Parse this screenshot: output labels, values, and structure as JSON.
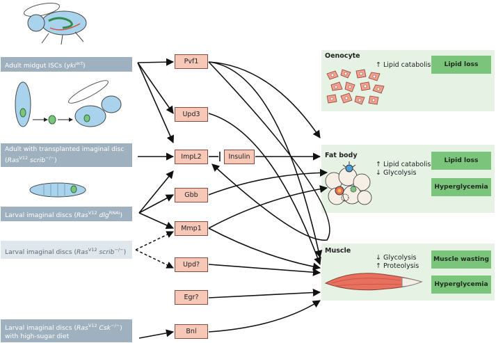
{
  "models": [
    {
      "id": "m1",
      "text": "Adult midgut ISCs (",
      "italic": "yki",
      "sup": "act",
      "tail": ")"
    },
    {
      "id": "m2a",
      "text": "Adult with transplanted imaginal disc"
    },
    {
      "id": "m2b",
      "text": "(",
      "italic": "Ras",
      "sup": "V12",
      "italic2": " scrib",
      "sup2": "−/−",
      "tail": ")"
    },
    {
      "id": "m3",
      "text": "Larval imaginal discs (",
      "italic": "Ras",
      "sup": "V12",
      "italic2": " dlg",
      "sup2": "RNAi",
      "tail": ")"
    },
    {
      "id": "m4",
      "text": "Larval imaginal discs (",
      "italic": "Ras",
      "sup": "V12",
      "italic2": " scrib",
      "sup2": "−/−",
      "tail": ")"
    },
    {
      "id": "m5a",
      "text": "Larval imaginal discs (",
      "italic": "Ras",
      "sup": "V12",
      "italic2": " Csk",
      "sup2": "−/−",
      "tail": ")"
    },
    {
      "id": "m5b",
      "text": "with high-sugar diet"
    }
  ],
  "signals": {
    "pvf1": "Pvf1",
    "upd3": "Upd3",
    "impl2": "ImpL2",
    "insulin": "Insulin",
    "gbb": "Gbb",
    "mmp1": "Mmp1",
    "upd": "Upd?",
    "egr": "Egr?",
    "bnl": "Bnl"
  },
  "tissues": {
    "oenocyte": {
      "title": "Oenocyte",
      "desc1": "↑ Lipid catabolism",
      "outcome1": "Lipid loss"
    },
    "fatbody": {
      "title": "Fat body",
      "desc1": "↑ Lipid catabolism",
      "desc2": "↓ Glycolysis",
      "outcome1": "Lipid loss",
      "outcome2": "Hyperglycemia"
    },
    "muscle": {
      "title": "Muscle",
      "desc1": "↓ Glycolysis",
      "desc2": "↑ Proteolysis",
      "outcome1": "Muscle wasting",
      "outcome2": "Hyperglycemia"
    }
  },
  "colors": {
    "model_dark": "#9fb1bf",
    "model_light": "#dfe6ec",
    "signal_fill": "#f7c7b8",
    "panel": "#e5f2e4",
    "outcome": "#7bc47b",
    "muscle": "#e8705e"
  }
}
